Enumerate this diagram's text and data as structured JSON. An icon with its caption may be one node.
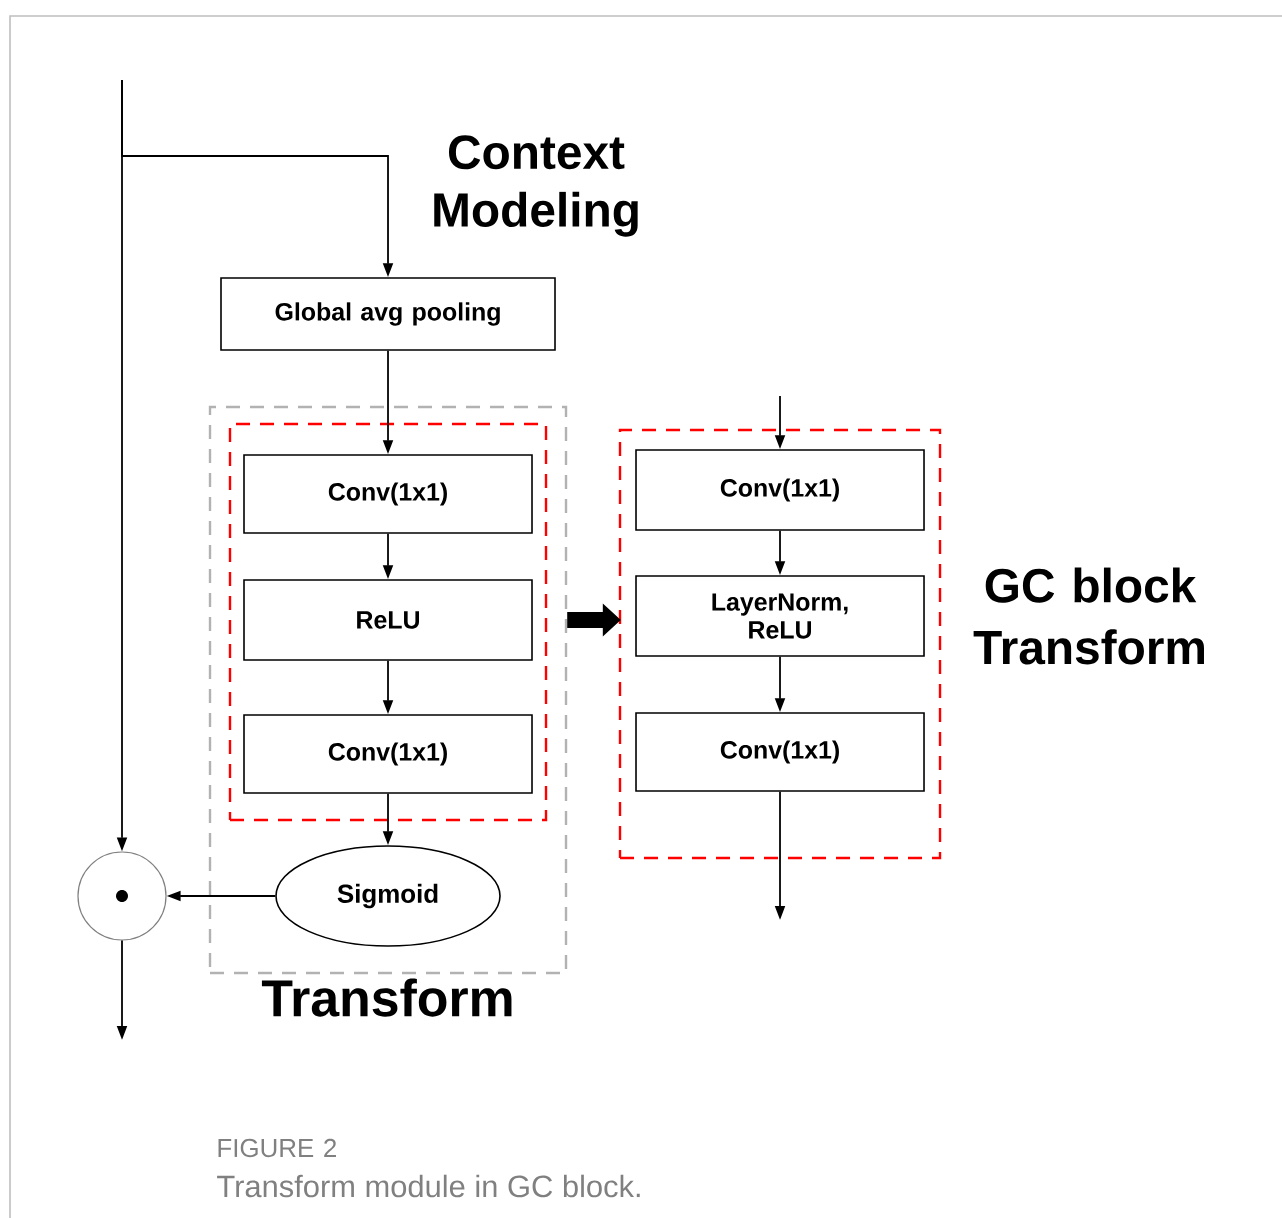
{
  "diagram": {
    "caption": "Transform module in GC block.",
    "nodes": [
      {
        "text": [
          "Transform"
        ]
      },
      {
        "text": [],
        "shape": "box",
        "in": 0
      },
      {
        "text": [
          "Global avg pooling"
        ]
      },
      {
        "text": [
          "Conv(1x1)"
        ],
        "in": 1
      },
      {
        "text": [
          "ReLU"
        ],
        "in": 1
      },
      {
        "text": [
          "Conv(1x1)"
        ],
        "in": 1
      },
      {
        "text": [
          "Sigmoid"
        ],
        "in": 0
      },
      {
        "text": [],
        "shape": "circle"
      },
      {
        "text": [],
        "shape": "box"
      },
      {
        "text": [
          "Conv(1x1)"
        ],
        "in": 8
      },
      {
        "text": [
          "LayerNorm, ReLU"
        ],
        "in": 8
      },
      {
        "text": [
          "Conv(1x1)"
        ],
        "in": 8
      }
    ],
    "edges": [
      {
        "from": null,
        "to": 7,
        "arrow": "to"
      },
      {
        "from": null,
        "to": 2,
        "arrow": "to"
      },
      {
        "from": 2,
        "to": 3,
        "arrow": "to"
      },
      {
        "from": 3,
        "to": 4,
        "arrow": "to"
      },
      {
        "from": 4,
        "to": 5,
        "arrow": "to"
      },
      {
        "from": 5,
        "to": 6,
        "arrow": "to"
      },
      {
        "from": 6,
        "to": 7,
        "arrow": "to"
      },
      {
        "from": 7,
        "to": null,
        "arrow": "to"
      },
      {
        "from": 0,
        "to": 8,
        "arrow": "to",
        "style": "thick"
      },
      {
        "from": null,
        "to": 9,
        "arrow": "to"
      },
      {
        "from": 9,
        "to": 10,
        "arrow": "to"
      },
      {
        "from": 10,
        "to": 11,
        "arrow": "to"
      },
      {
        "from": 11,
        "to": null,
        "arrow": "to"
      }
    ],
    "labels": [
      "Context Modeling",
      "GC block Transform",
      "FIGURE 2"
    ]
  }
}
